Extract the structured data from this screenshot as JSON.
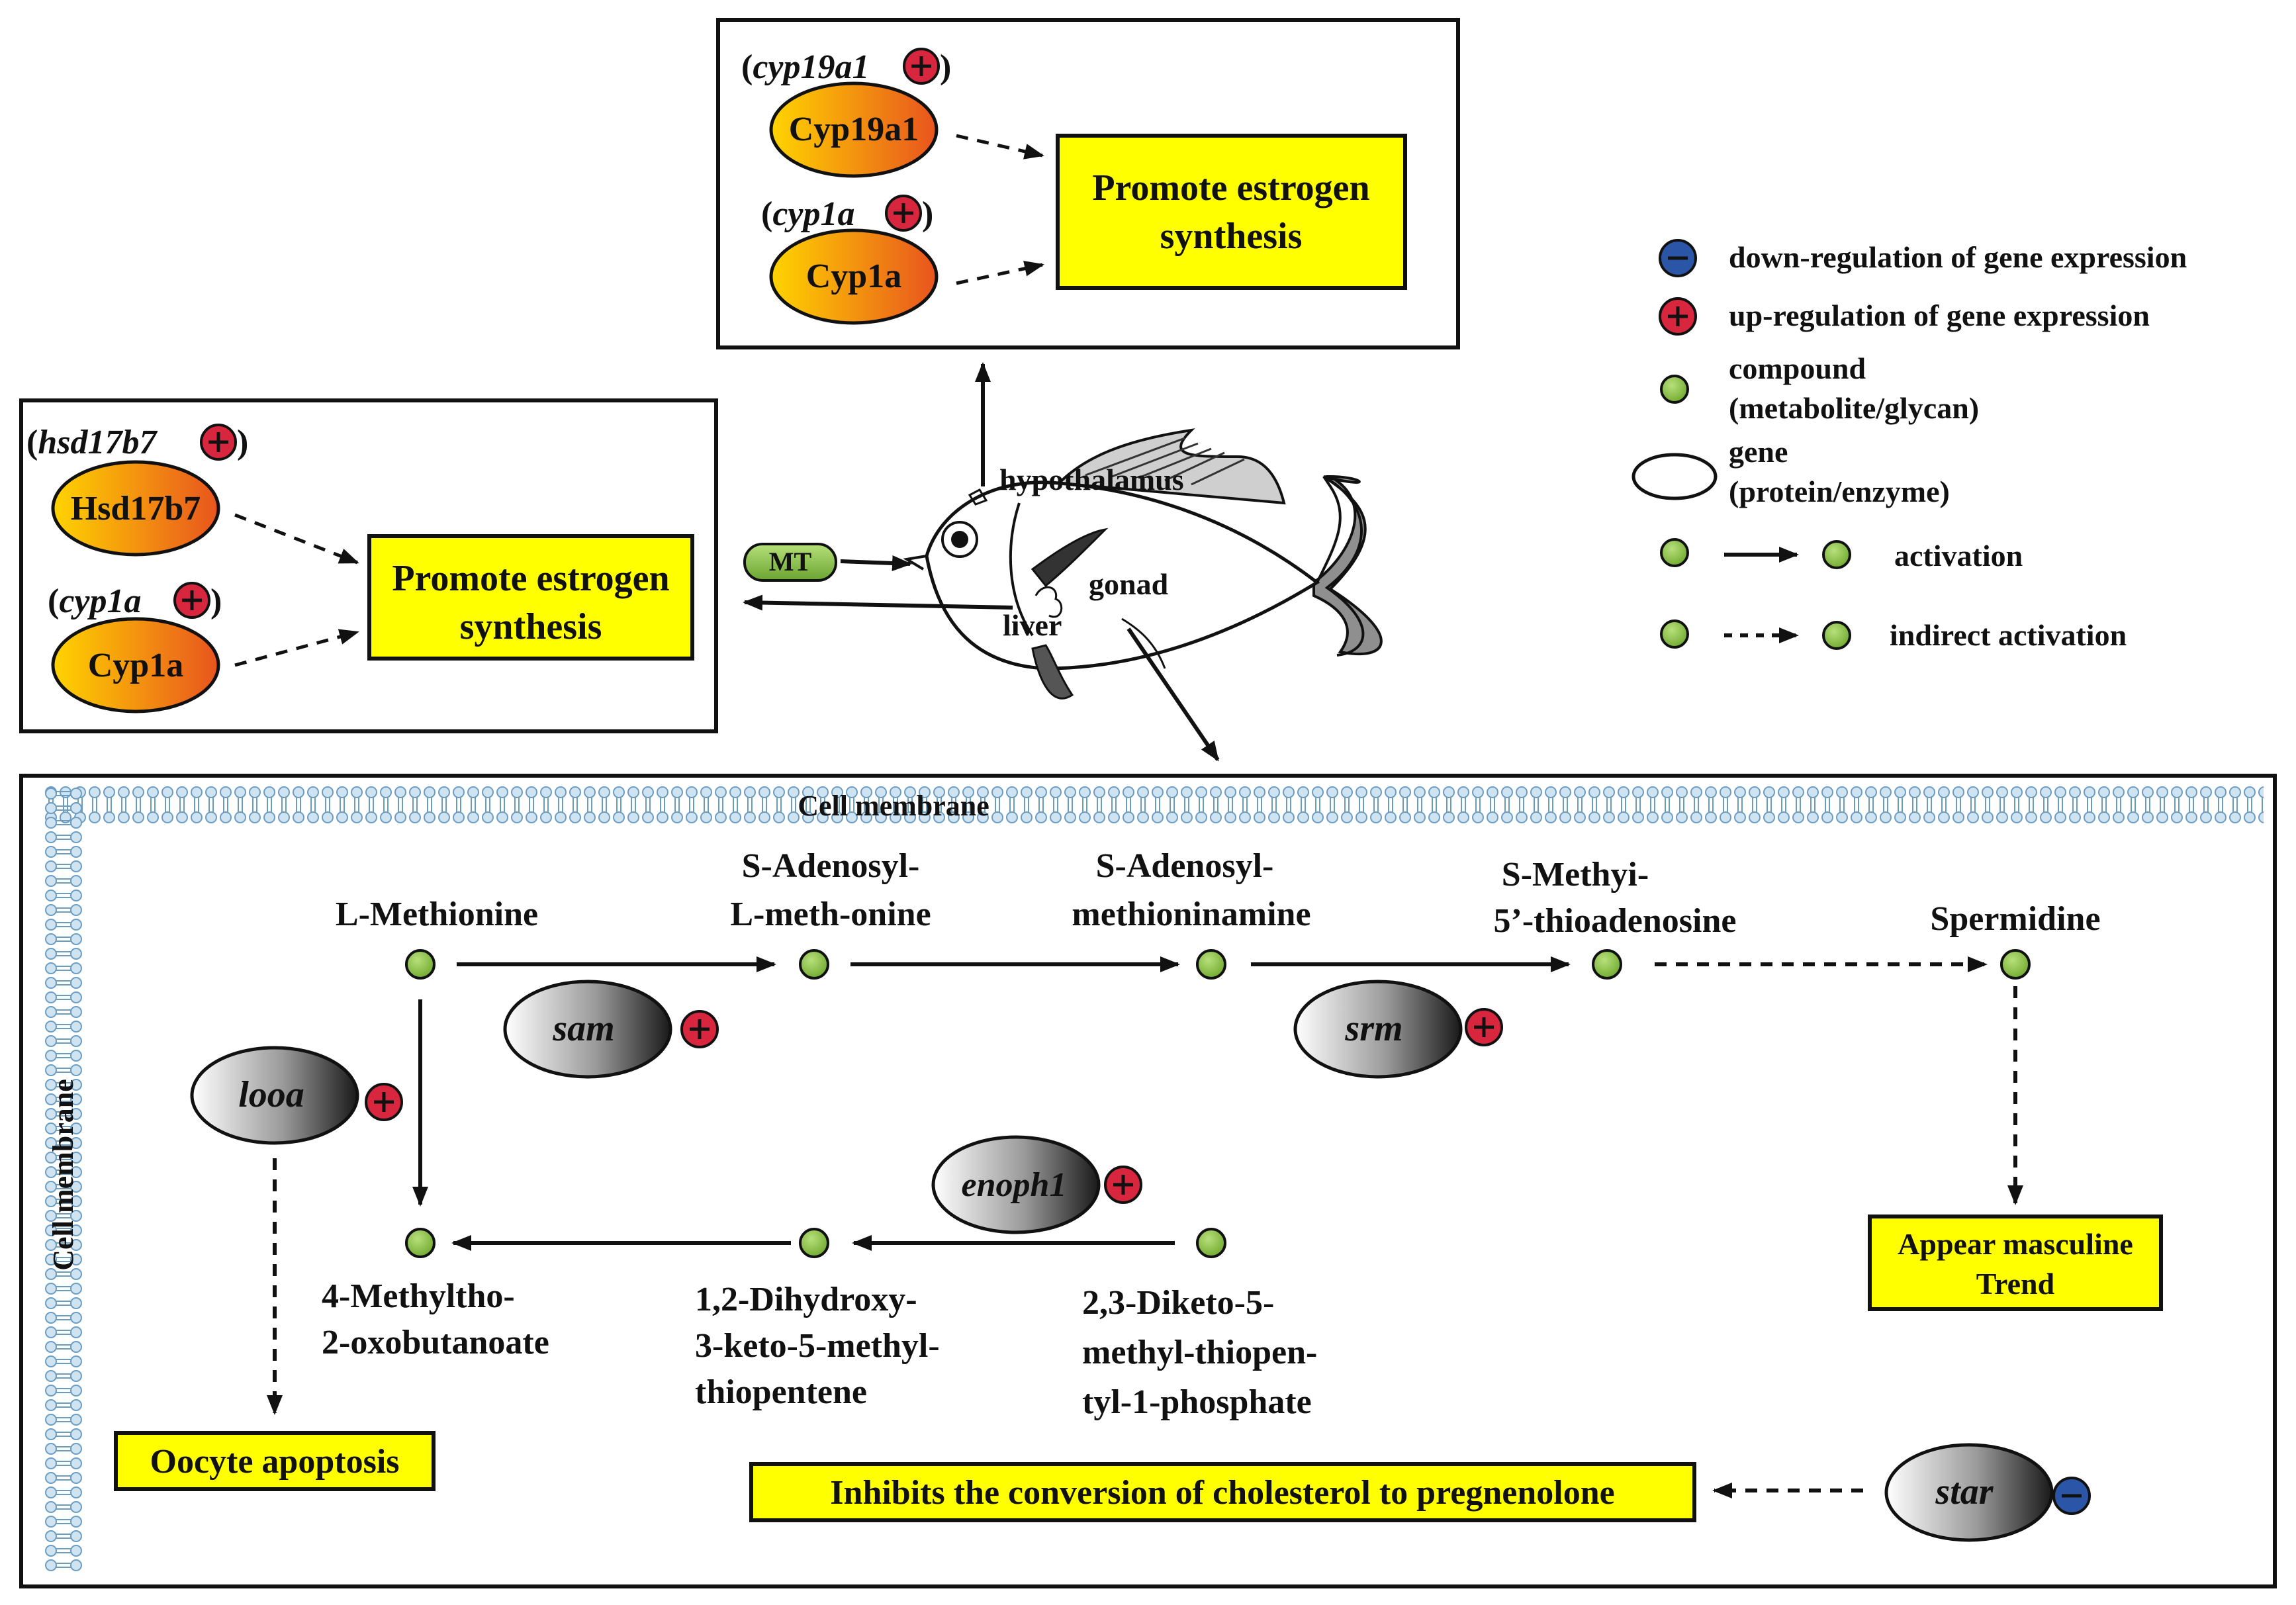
{
  "top_box": {
    "gene1": "cyp19a1",
    "protein1": "Cyp19a1",
    "gene2": "cyp1a",
    "protein2": "Cyp1a",
    "outcome": [
      "Promote estrogen",
      "synthesis"
    ]
  },
  "left_box": {
    "gene1": "hsd17b7",
    "protein1": "Hsd17b7",
    "gene2": "cyp1a",
    "protein2": "Cyp1a",
    "outcome": [
      "Promote estrogen",
      "synthesis"
    ]
  },
  "fish": {
    "treatment": "MT",
    "organs": {
      "hypothalamus": "hypothalamus",
      "liver": "liver",
      "gonad": "gonad"
    }
  },
  "legend": {
    "down": "down-regulation of gene expression",
    "up": "up-regulation of gene expression",
    "compound": [
      "compound",
      "(metabolite/glycan)"
    ],
    "gene": [
      "gene",
      "(protein/enzyme)"
    ],
    "activation": "activation",
    "indirect": "indirect activation"
  },
  "cell": {
    "membrane_top": "Cell membrane",
    "membrane_left": "Cell membrane",
    "compounds": {
      "methionine": [
        "L-Methionine"
      ],
      "sam_compound": [
        "S-Adenosyl-",
        "L-meth-onine"
      ],
      "samine": [
        "S-Adenosyl-",
        "methioninamine"
      ],
      "mta": [
        "S-Methyi-",
        "5’-thioadenosine"
      ],
      "spermidine": [
        "Spermidine"
      ],
      "mob": [
        "4-Methyltho-",
        "2-oxobutanoate"
      ],
      "dhk": [
        "1,2-Dihydroxy-",
        "3-keto-5-methyl-",
        "thiopentene"
      ],
      "dkp": [
        "2,3-Diketo-5-",
        "methyl-thiopen-",
        "tyl-1-phosphate"
      ]
    },
    "genes": {
      "sam": "sam",
      "srm": "srm",
      "looa": "looa",
      "enoph1": "enoph1",
      "star": "star"
    },
    "outcomes": {
      "masculine": [
        "Appear masculine",
        "Trend"
      ],
      "oocyte": "Oocyte apoptosis",
      "inhibits": "Inhibits the conversion of cholesterol to pregnenolone"
    }
  },
  "colors": {
    "yellow_box": "#ffff00",
    "compound_green": "#8dc63f",
    "up_red": "#d7263d",
    "down_blue": "#2b55a6",
    "membrane_blue": "#bcd6ea"
  }
}
